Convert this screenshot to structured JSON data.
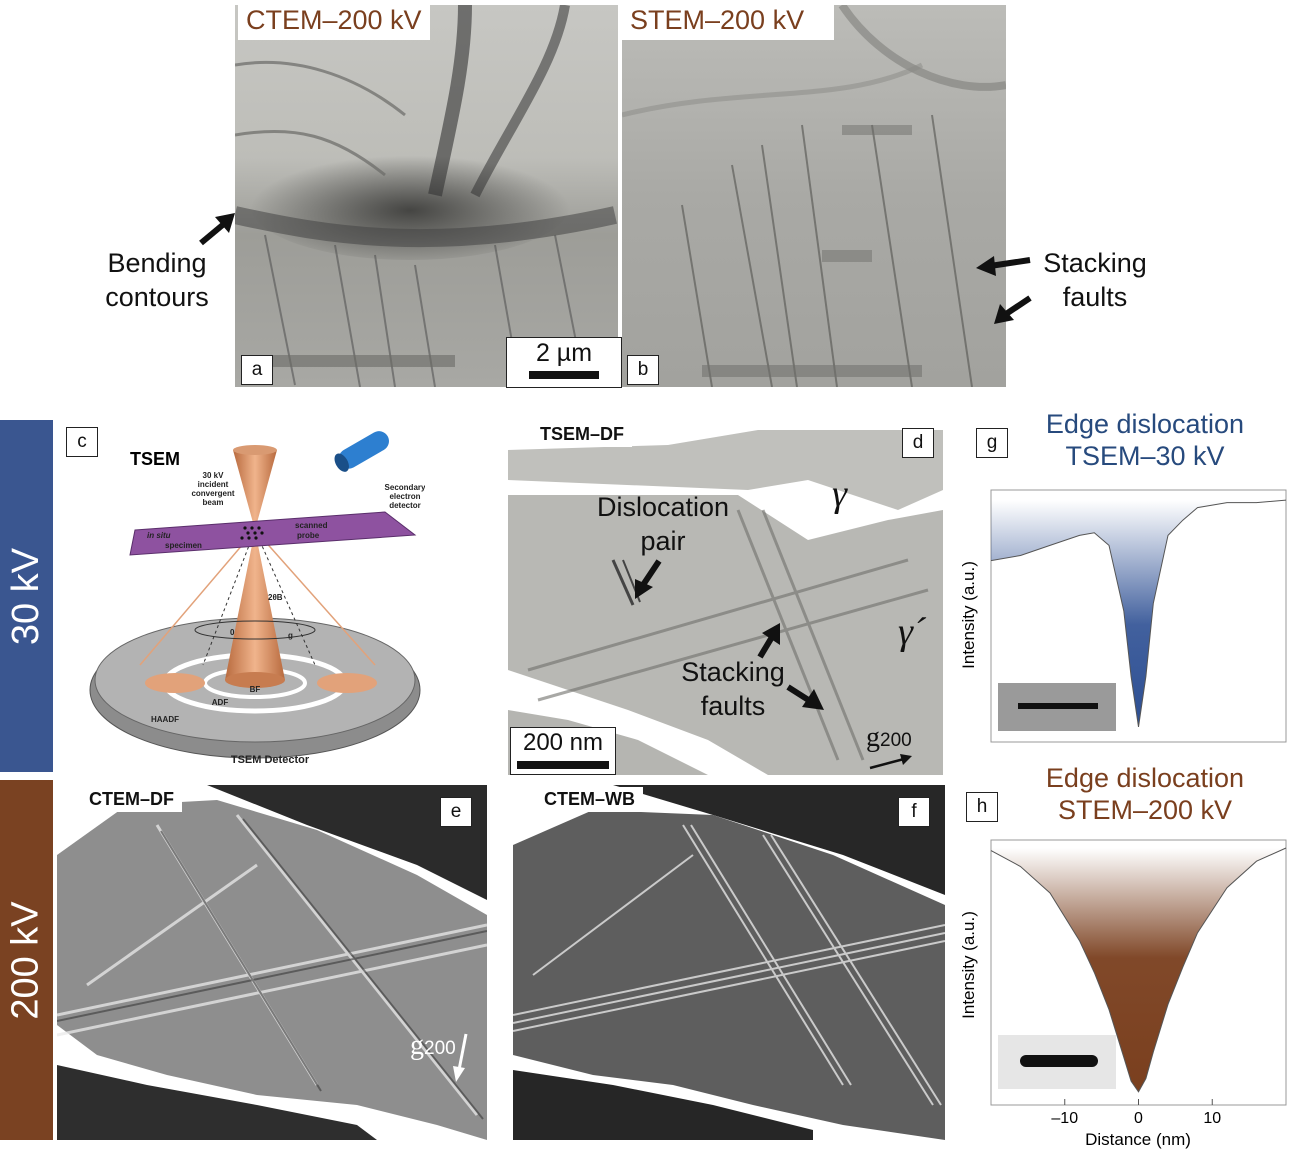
{
  "panel_a": {
    "title": "CTEM–200 kV",
    "label": "a",
    "scalebar": "2 µm"
  },
  "panel_b": {
    "title": "STEM–200 kV",
    "label": "b"
  },
  "callouts_ab": {
    "bending": [
      "Bending",
      "contours"
    ],
    "stacking": [
      "Stacking",
      "faults"
    ]
  },
  "side_bands": {
    "top": {
      "text": "30 kV",
      "color": "#3a5690"
    },
    "bottom": {
      "text": "200 kV",
      "color": "#7a4222"
    }
  },
  "panel_c": {
    "label": "c",
    "title": "TSEM",
    "beam_label": [
      "30 kV",
      "incident",
      "convergent",
      "beam"
    ],
    "detector_label": [
      "Secondary",
      "electron",
      "detector"
    ],
    "specimen_label": [
      "in situ",
      "specimen"
    ],
    "probe_label": [
      "scanned",
      "probe"
    ],
    "angle_label": "2θB",
    "zero_label": "0",
    "g_label": "g",
    "rings": [
      "BF",
      "ADF",
      "HAADF"
    ],
    "detector_name": "TSEM Detector"
  },
  "panel_d": {
    "label": "d",
    "title": "TSEM–DF",
    "dislocation": [
      "Dislocation",
      "pair"
    ],
    "stacking": [
      "Stacking",
      "faults"
    ],
    "gamma": "γ",
    "gamma_prime": "γ´",
    "scalebar": "200 nm",
    "g_vector": "g",
    "g_sub": "200"
  },
  "panel_e": {
    "label": "e",
    "title": "CTEM–DF",
    "g_vector": "g",
    "g_sub": "200"
  },
  "panel_f": {
    "label": "f",
    "title": "CTEM–WB"
  },
  "panel_g": {
    "label": "g",
    "title": [
      "Edge dislocation",
      "TSEM–30 kV"
    ],
    "ylabel": "Intensity (a.u.)"
  },
  "panel_h": {
    "label": "h",
    "title": [
      "Edge dislocation",
      "STEM–200 kV"
    ],
    "ylabel": "Intensity (a.u.)",
    "xlabel": "Distance (nm)",
    "xticks": [
      "–10",
      "0",
      "10"
    ]
  },
  "chart_data": [
    {
      "type": "line",
      "panel": "g",
      "title": "Edge dislocation TSEM–30 kV",
      "xlabel": "",
      "ylabel": "Intensity (a.u.)",
      "xlim": [
        -20,
        20
      ],
      "fill_color": "#2d4f93",
      "x": [
        -20,
        -16,
        -12,
        -8,
        -6,
        -4,
        -2,
        -1,
        0,
        1,
        2,
        4,
        6,
        8,
        12,
        16,
        20
      ],
      "y": [
        0.72,
        0.74,
        0.78,
        0.82,
        0.83,
        0.78,
        0.52,
        0.26,
        0.06,
        0.26,
        0.55,
        0.82,
        0.88,
        0.93,
        0.95,
        0.95,
        0.96
      ]
    },
    {
      "type": "line",
      "panel": "h",
      "title": "Edge dislocation STEM–200 kV",
      "xlabel": "Distance (nm)",
      "ylabel": "Intensity (a.u.)",
      "xlim": [
        -20,
        20
      ],
      "xticks": [
        -10,
        0,
        10
      ],
      "fill_color": "#7a3f1e",
      "x": [
        -20,
        -16,
        -12,
        -8,
        -6,
        -4,
        -2,
        -1,
        0,
        1,
        2,
        4,
        6,
        8,
        12,
        16,
        20
      ],
      "y": [
        0.96,
        0.9,
        0.8,
        0.62,
        0.5,
        0.36,
        0.18,
        0.09,
        0.05,
        0.1,
        0.2,
        0.38,
        0.52,
        0.65,
        0.82,
        0.92,
        0.97
      ]
    }
  ]
}
